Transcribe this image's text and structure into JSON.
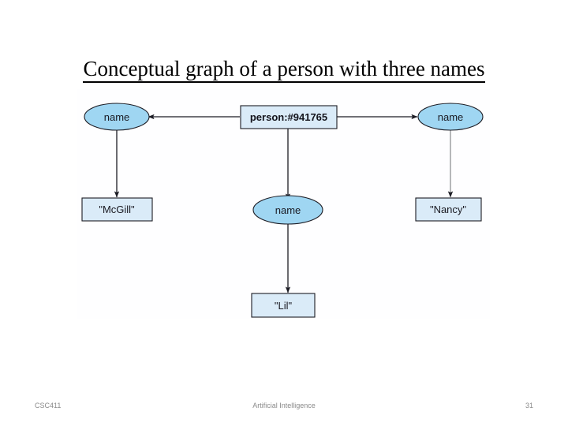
{
  "slide": {
    "title": "Conceptual graph of a person with three names",
    "background_color": "#ffffff"
  },
  "diagram": {
    "type": "conceptual-graph",
    "concept_node_color": "#daebf8",
    "relation_node_color": "#9fd6f2",
    "edge_color": "#1c1c24",
    "concepts": [
      {
        "id": "person",
        "label": "person:#941765",
        "shape": "box",
        "bold": true
      },
      {
        "id": "mcgill",
        "label": "\"McGill\"",
        "shape": "box",
        "bold": false
      },
      {
        "id": "lil",
        "label": "\"Lil\"",
        "shape": "box",
        "bold": false
      },
      {
        "id": "nancy",
        "label": "\"Nancy\"",
        "shape": "box",
        "bold": false
      }
    ],
    "relations": [
      {
        "id": "name-left",
        "label": "name",
        "shape": "ellipse"
      },
      {
        "id": "name-middle",
        "label": "name",
        "shape": "ellipse"
      },
      {
        "id": "name-right",
        "label": "name",
        "shape": "ellipse"
      }
    ],
    "edges": [
      {
        "from": "person",
        "to": "name-left",
        "direction": "left",
        "arrow": true
      },
      {
        "from": "person",
        "to": "name-right",
        "direction": "right",
        "arrow": true
      },
      {
        "from": "person",
        "to": "name-middle",
        "direction": "down",
        "arrow": true
      },
      {
        "from": "name-left",
        "to": "mcgill",
        "direction": "down",
        "arrow": true
      },
      {
        "from": "name-middle",
        "to": "lil",
        "direction": "down",
        "arrow": true
      },
      {
        "from": "name-right",
        "to": "nancy",
        "direction": "down",
        "arrow": true
      }
    ]
  },
  "footer": {
    "course": "CSC411",
    "subject": "Artificial Intelligence",
    "page_number": "31"
  }
}
